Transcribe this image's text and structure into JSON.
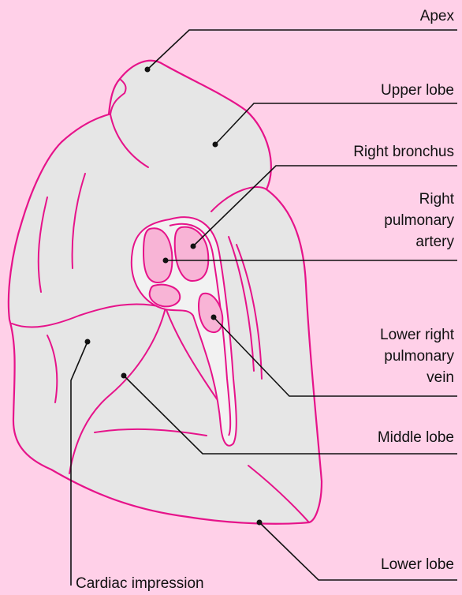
{
  "diagram": {
    "colors": {
      "background": "#ffd0e8",
      "lung_fill": "#e6e6e6",
      "outline": "#e6138a",
      "vessel_fill": "#f8b4d6",
      "leader": "#111111"
    },
    "labels": {
      "apex": "Apex",
      "upper_lobe": "Upper lobe",
      "right_bronchus": "Right bronchus",
      "right_pulmonary_artery": [
        "Right",
        "pulmonary",
        "artery"
      ],
      "lower_right_pulmonary_vein": [
        "Lower right",
        "pulmonary",
        "vein"
      ],
      "middle_lobe": "Middle lobe",
      "lower_lobe": "Lower lobe",
      "cardiac_impression": "Cardiac impression"
    }
  }
}
